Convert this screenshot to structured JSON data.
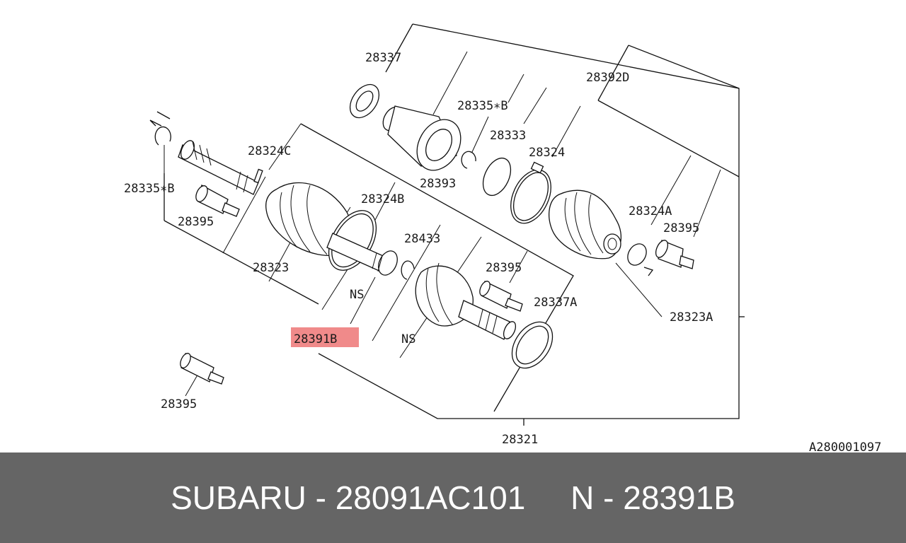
{
  "diagram": {
    "labels": {
      "l28337": "28337",
      "l28392D": "28392D",
      "l28335B_top": "28335∗B",
      "l28333": "28333",
      "l28324": "28324",
      "l28324C": "28324C",
      "l28393": "28393",
      "l28335B_left": "28335∗B",
      "l28324B": "28324B",
      "l28324A": "28324A",
      "l28395_left": "28395",
      "l28433": "28433",
      "l28395_right": "28395",
      "l28323": "28323",
      "l28395_mid": "28395",
      "l28337A": "28337A",
      "ns1": "NS",
      "ns2": "NS",
      "l28323A": "28323A",
      "l28391B": "28391B",
      "l28395_bottom": "28395",
      "l28321": "28321",
      "code": "A280001097"
    },
    "highlight_color": "#f08a8a"
  },
  "footer": {
    "text": "SUBARU - 28091AC101     N - 28391B"
  }
}
